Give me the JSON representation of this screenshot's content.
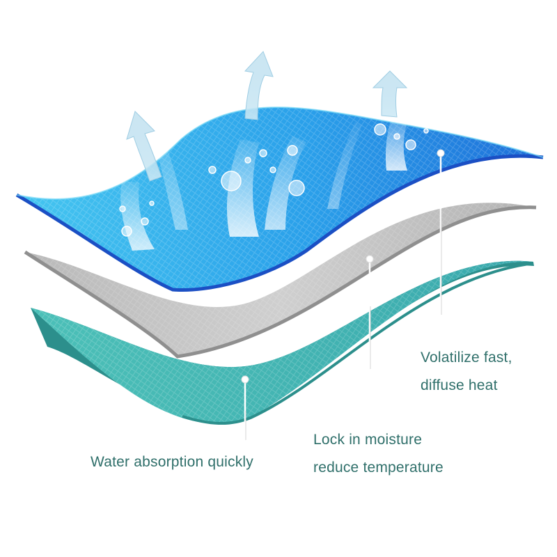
{
  "labels": {
    "top_layer": {
      "line1": "Volatilize fast,",
      "line2": "diffuse heat"
    },
    "middle_layer": {
      "line1": "Lock in moisture",
      "line2": "reduce temperature"
    },
    "bottom_layer": {
      "line1": "Water absorption quickly"
    }
  },
  "colors": {
    "top_layer_light": "#3fc3ee",
    "top_layer_dark": "#1e6fd9",
    "top_layer_edge": "#1b4fc4",
    "middle_layer": "#bdbdbd",
    "middle_layer_edge": "#8f8f8f",
    "bottom_layer": "#46b9b3",
    "bottom_layer_edge": "#2c8f8c",
    "caption_text": "#2f6f6a",
    "vapor": "#ffffff"
  },
  "icons": [
    "vapor-arrow-icon",
    "water-droplet-icon",
    "pointer-dot-icon"
  ]
}
